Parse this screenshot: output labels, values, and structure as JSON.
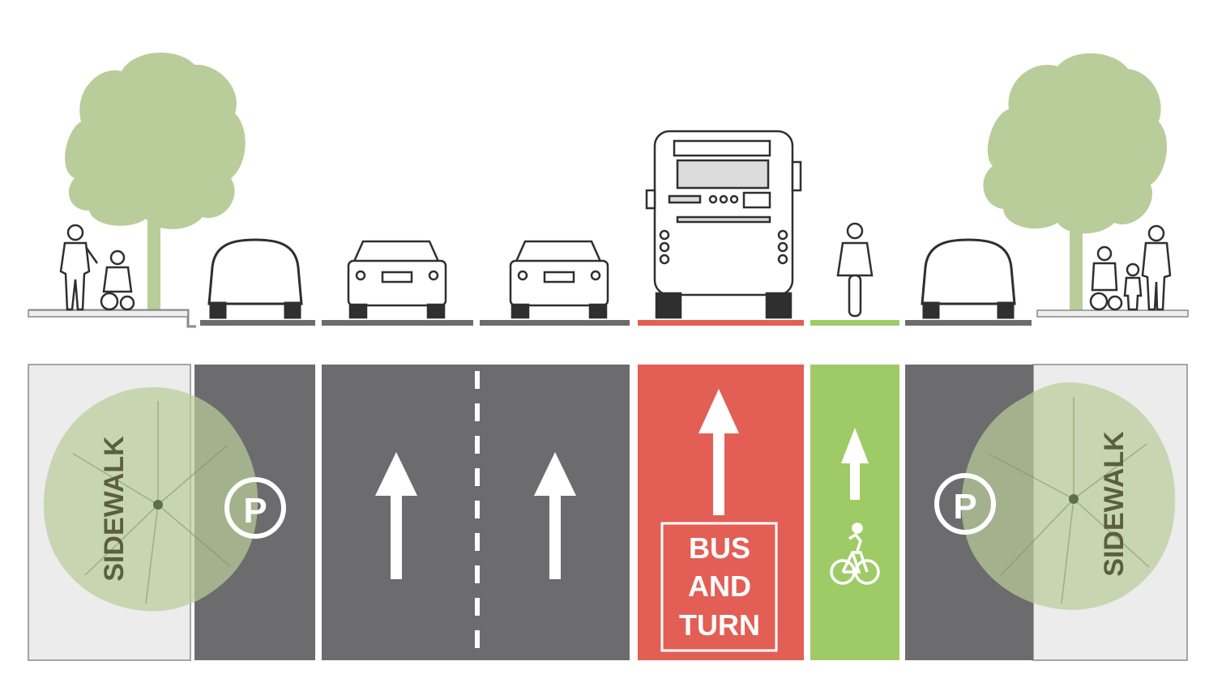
{
  "labels": {
    "sidewalk_left": "SIDEWALK",
    "sidewalk_right": "SIDEWALK",
    "parking_left": "P",
    "parking_right": "P",
    "bus_line1": "BUS",
    "bus_line2": "AND",
    "bus_line3": "TURN"
  },
  "colors": {
    "asphalt": "#6c6c6e",
    "bus_lane": "#e35f55",
    "bike_lane": "#9fcb66",
    "sidewalk": "#ececec",
    "tree": "#b9cd9a",
    "tree_dark": "#8ea96a",
    "outline": "#4a4a4a"
  }
}
